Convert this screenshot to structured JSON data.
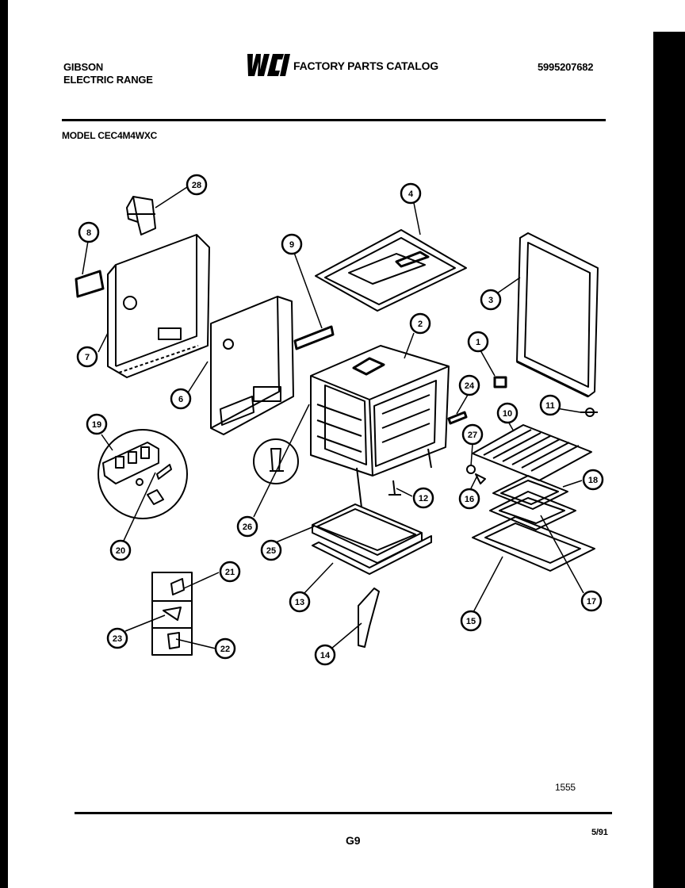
{
  "header": {
    "brand_line1": "GIBSON",
    "brand_line2": "ELECTRIC RANGE",
    "logo_text": "WCI",
    "catalog_title": "FACTORY PARTS CATALOG",
    "part_number": "5995207682",
    "model_label": "MODEL CEC4M4WXC"
  },
  "footer": {
    "figure_number": "1555",
    "page_number": "G9",
    "date": "5/91"
  },
  "callouts": [
    {
      "id": "c28a",
      "label": "28"
    },
    {
      "id": "c8",
      "label": "8"
    },
    {
      "id": "c7",
      "label": "7"
    },
    {
      "id": "c6",
      "label": "6"
    },
    {
      "id": "c9",
      "label": "9"
    },
    {
      "id": "c4",
      "label": "4"
    },
    {
      "id": "c3",
      "label": "3"
    },
    {
      "id": "c2",
      "label": "2"
    },
    {
      "id": "c1",
      "label": "1"
    },
    {
      "id": "c24",
      "label": "24"
    },
    {
      "id": "c10",
      "label": "10"
    },
    {
      "id": "c11",
      "label": "11"
    },
    {
      "id": "c27",
      "label": "27"
    },
    {
      "id": "c18",
      "label": "18"
    },
    {
      "id": "c16",
      "label": "16"
    },
    {
      "id": "c12",
      "label": "12"
    },
    {
      "id": "c19",
      "label": "19"
    },
    {
      "id": "c20",
      "label": "20"
    },
    {
      "id": "c26",
      "label": "26"
    },
    {
      "id": "c25",
      "label": "25"
    },
    {
      "id": "c13",
      "label": "13"
    },
    {
      "id": "c14",
      "label": "14"
    },
    {
      "id": "c15",
      "label": "15"
    },
    {
      "id": "c17",
      "label": "17"
    },
    {
      "id": "c21",
      "label": "21"
    },
    {
      "id": "c23",
      "label": "23"
    },
    {
      "id": "c22",
      "label": "22"
    }
  ]
}
